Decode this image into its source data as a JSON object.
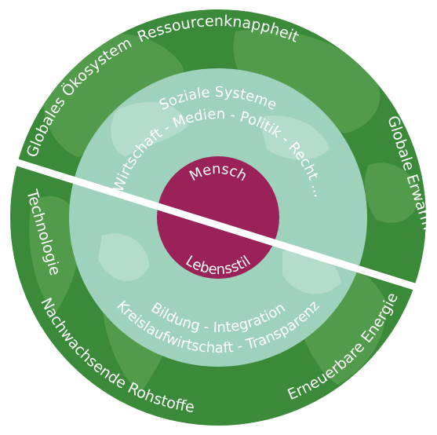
{
  "outer_ring": {
    "top_left": "Globales Ökosystem",
    "top": "Ressourcenknappheit",
    "right": "Globale Erwärmung",
    "left": "Technologie",
    "bottom_left": "Nachwachsende Rohstoffe",
    "bottom_right": "Erneuerbare Energie"
  },
  "middle_ring": {
    "top_title": "Soziale Systeme",
    "top_items": "Wirtschaft - Medien - Politik - Recht ...",
    "bottom_items_1": "Bildung - Integration",
    "bottom_items_2": "Kreislaufwirtschaft - Transparenz"
  },
  "center": {
    "top": "Mensch",
    "bottom": "Lebensstil"
  },
  "colors": {
    "outer_green": "#3a8a3a",
    "continent_green": "#5aa052",
    "middle_teal": "#9fd2bd",
    "inner_teal": "#c8e8dc",
    "center_magenta": "#9a2258",
    "divider": "#ffffff"
  }
}
